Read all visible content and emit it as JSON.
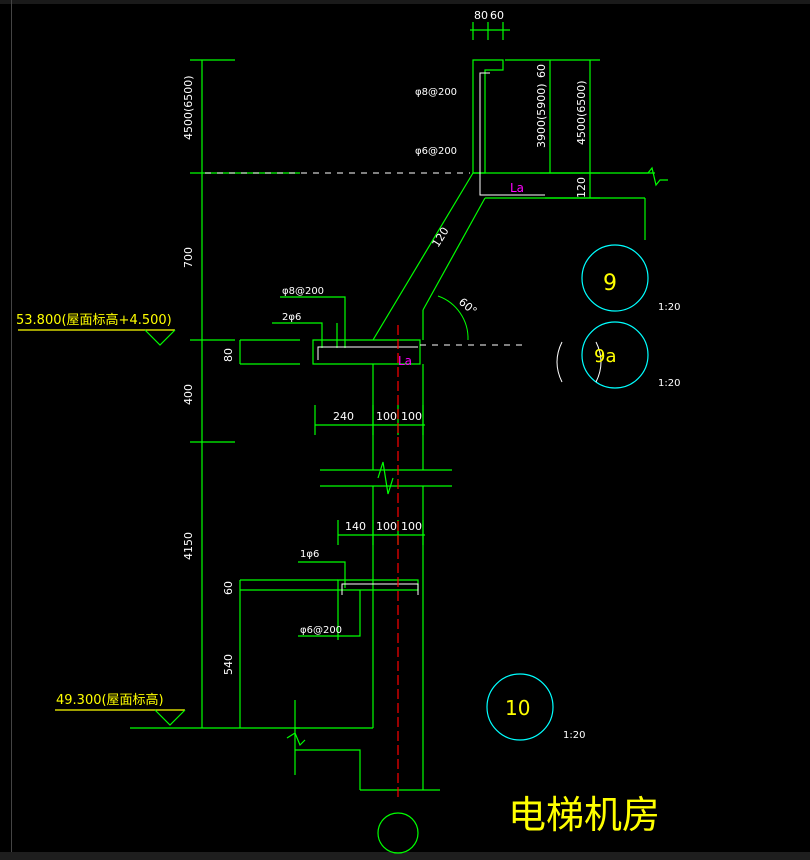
{
  "colors": {
    "structure": "#00ff00",
    "dim_text": "#ffffff",
    "elevation_text": "#ffff00",
    "magenta": "#ff00ff",
    "cyan": "#00ffff",
    "title": "#ffff00",
    "rebar_red": "#ff0000",
    "centerline": "#ffffff"
  },
  "title": "电梯机房",
  "elevations": {
    "upper": "53.800(屋面标高+4.500)",
    "lower": "49.300(屋面标高)"
  },
  "dimensions": {
    "top_80": "80",
    "top_60": "60",
    "left_4500_6500": "4500(6500)",
    "d_700": "700",
    "d_80": "80",
    "d_400": "400",
    "d_4150": "4150",
    "d_60": "60",
    "d_540": "540",
    "r_60": "60",
    "r_3900_5900": "3900(5900)",
    "r_4500_6500": "4500(6500)",
    "r_120": "120",
    "slope_120": "120",
    "angle_60": "60°",
    "h1_240": "240",
    "h1_100a": "100",
    "h1_100b": "100",
    "h2_140": "140",
    "h2_100a": "100",
    "h2_100b": "100"
  },
  "rebar_labels": {
    "top_phi8": "φ8@200",
    "top_phi6": "φ6@200",
    "mid_phi8": "φ8@200",
    "mid_2phi6": "2φ6",
    "low_1phi6": "1φ6",
    "low_phi6": "φ6@200",
    "la_upper": "La",
    "la_lower": "La"
  },
  "detail_markers": [
    {
      "label": "9",
      "scale": "1:20"
    },
    {
      "label": "9a",
      "scale": "1:20"
    },
    {
      "label": "10",
      "scale": "1:20"
    }
  ]
}
